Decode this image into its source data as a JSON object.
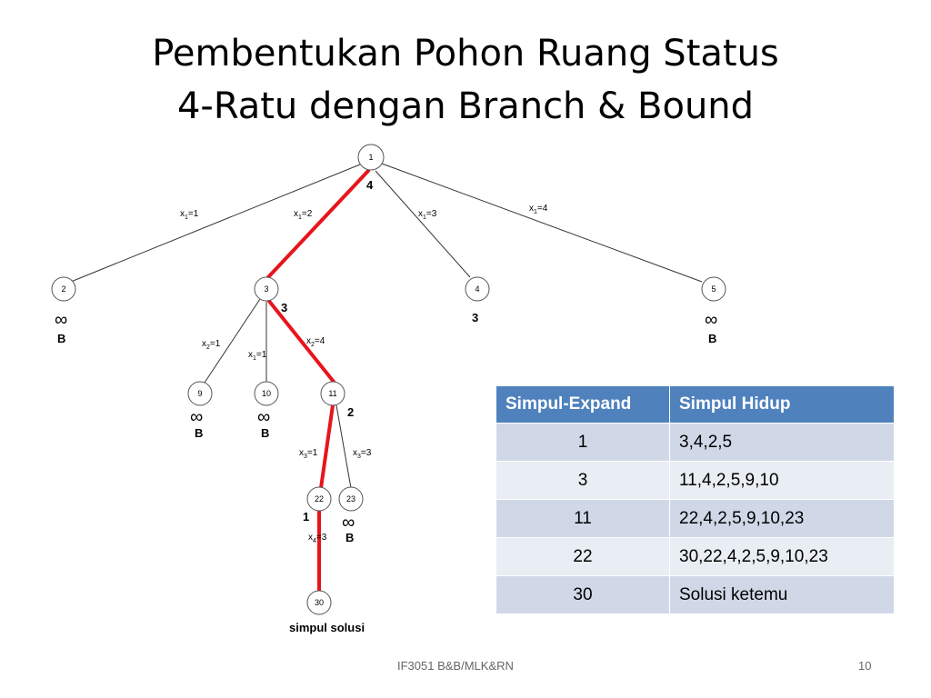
{
  "title": {
    "line1": "Pembentukan Pohon Ruang Status",
    "line2": "4-Ratu dengan Branch & Bound"
  },
  "tree": {
    "nodes": [
      {
        "id": "n1",
        "label": "1"
      },
      {
        "id": "n2",
        "label": "2"
      },
      {
        "id": "n3",
        "label": "3"
      },
      {
        "id": "n4",
        "label": "4"
      },
      {
        "id": "n5",
        "label": "5"
      },
      {
        "id": "n9",
        "label": "9"
      },
      {
        "id": "n10",
        "label": "10"
      },
      {
        "id": "n11",
        "label": "11"
      },
      {
        "id": "n22",
        "label": "22"
      },
      {
        "id": "n23",
        "label": "23"
      },
      {
        "id": "n30",
        "label": "30"
      }
    ],
    "costs": {
      "n1": "4",
      "n3": "3",
      "n4": "3",
      "n11": "2",
      "n22": "1",
      "inf": "∞",
      "bound": "B"
    },
    "edge_labels": {
      "e1_2": {
        "var": "x",
        "sub": "1",
        "val": "=1"
      },
      "e1_3": {
        "var": "x",
        "sub": "1",
        "val": "=2"
      },
      "e1_4": {
        "var": "x",
        "sub": "1",
        "val": "=3"
      },
      "e1_5": {
        "var": "x",
        "sub": "1",
        "val": "=4"
      },
      "e3_9": {
        "var": "x",
        "sub": "2",
        "val": "=1"
      },
      "e3_10": {
        "var": "x",
        "sub": "1",
        "val": "=1"
      },
      "e3_11": {
        "var": "x",
        "sub": "2",
        "val": "=4"
      },
      "e11_22": {
        "var": "x",
        "sub": "3",
        "val": "=1"
      },
      "e11_23": {
        "var": "x",
        "sub": "3",
        "val": "=3"
      },
      "e22_30": {
        "var": "x",
        "sub": "4",
        "val": "=3"
      }
    },
    "solution_label": "simpul solusi"
  },
  "table": {
    "headers": [
      "Simpul-Expand",
      "Simpul Hidup"
    ],
    "rows": [
      [
        "1",
        "3,4,2,5"
      ],
      [
        "3",
        "11,4,2,5,9,10"
      ],
      [
        "11",
        "22,4,2,5,9,10,23"
      ],
      [
        "22",
        "30,22,4,2,5,9,10,23"
      ],
      [
        "30",
        "Solusi ketemu"
      ]
    ]
  },
  "footer": {
    "center": "IF3051 B&B/MLK&RN",
    "page": "10"
  }
}
